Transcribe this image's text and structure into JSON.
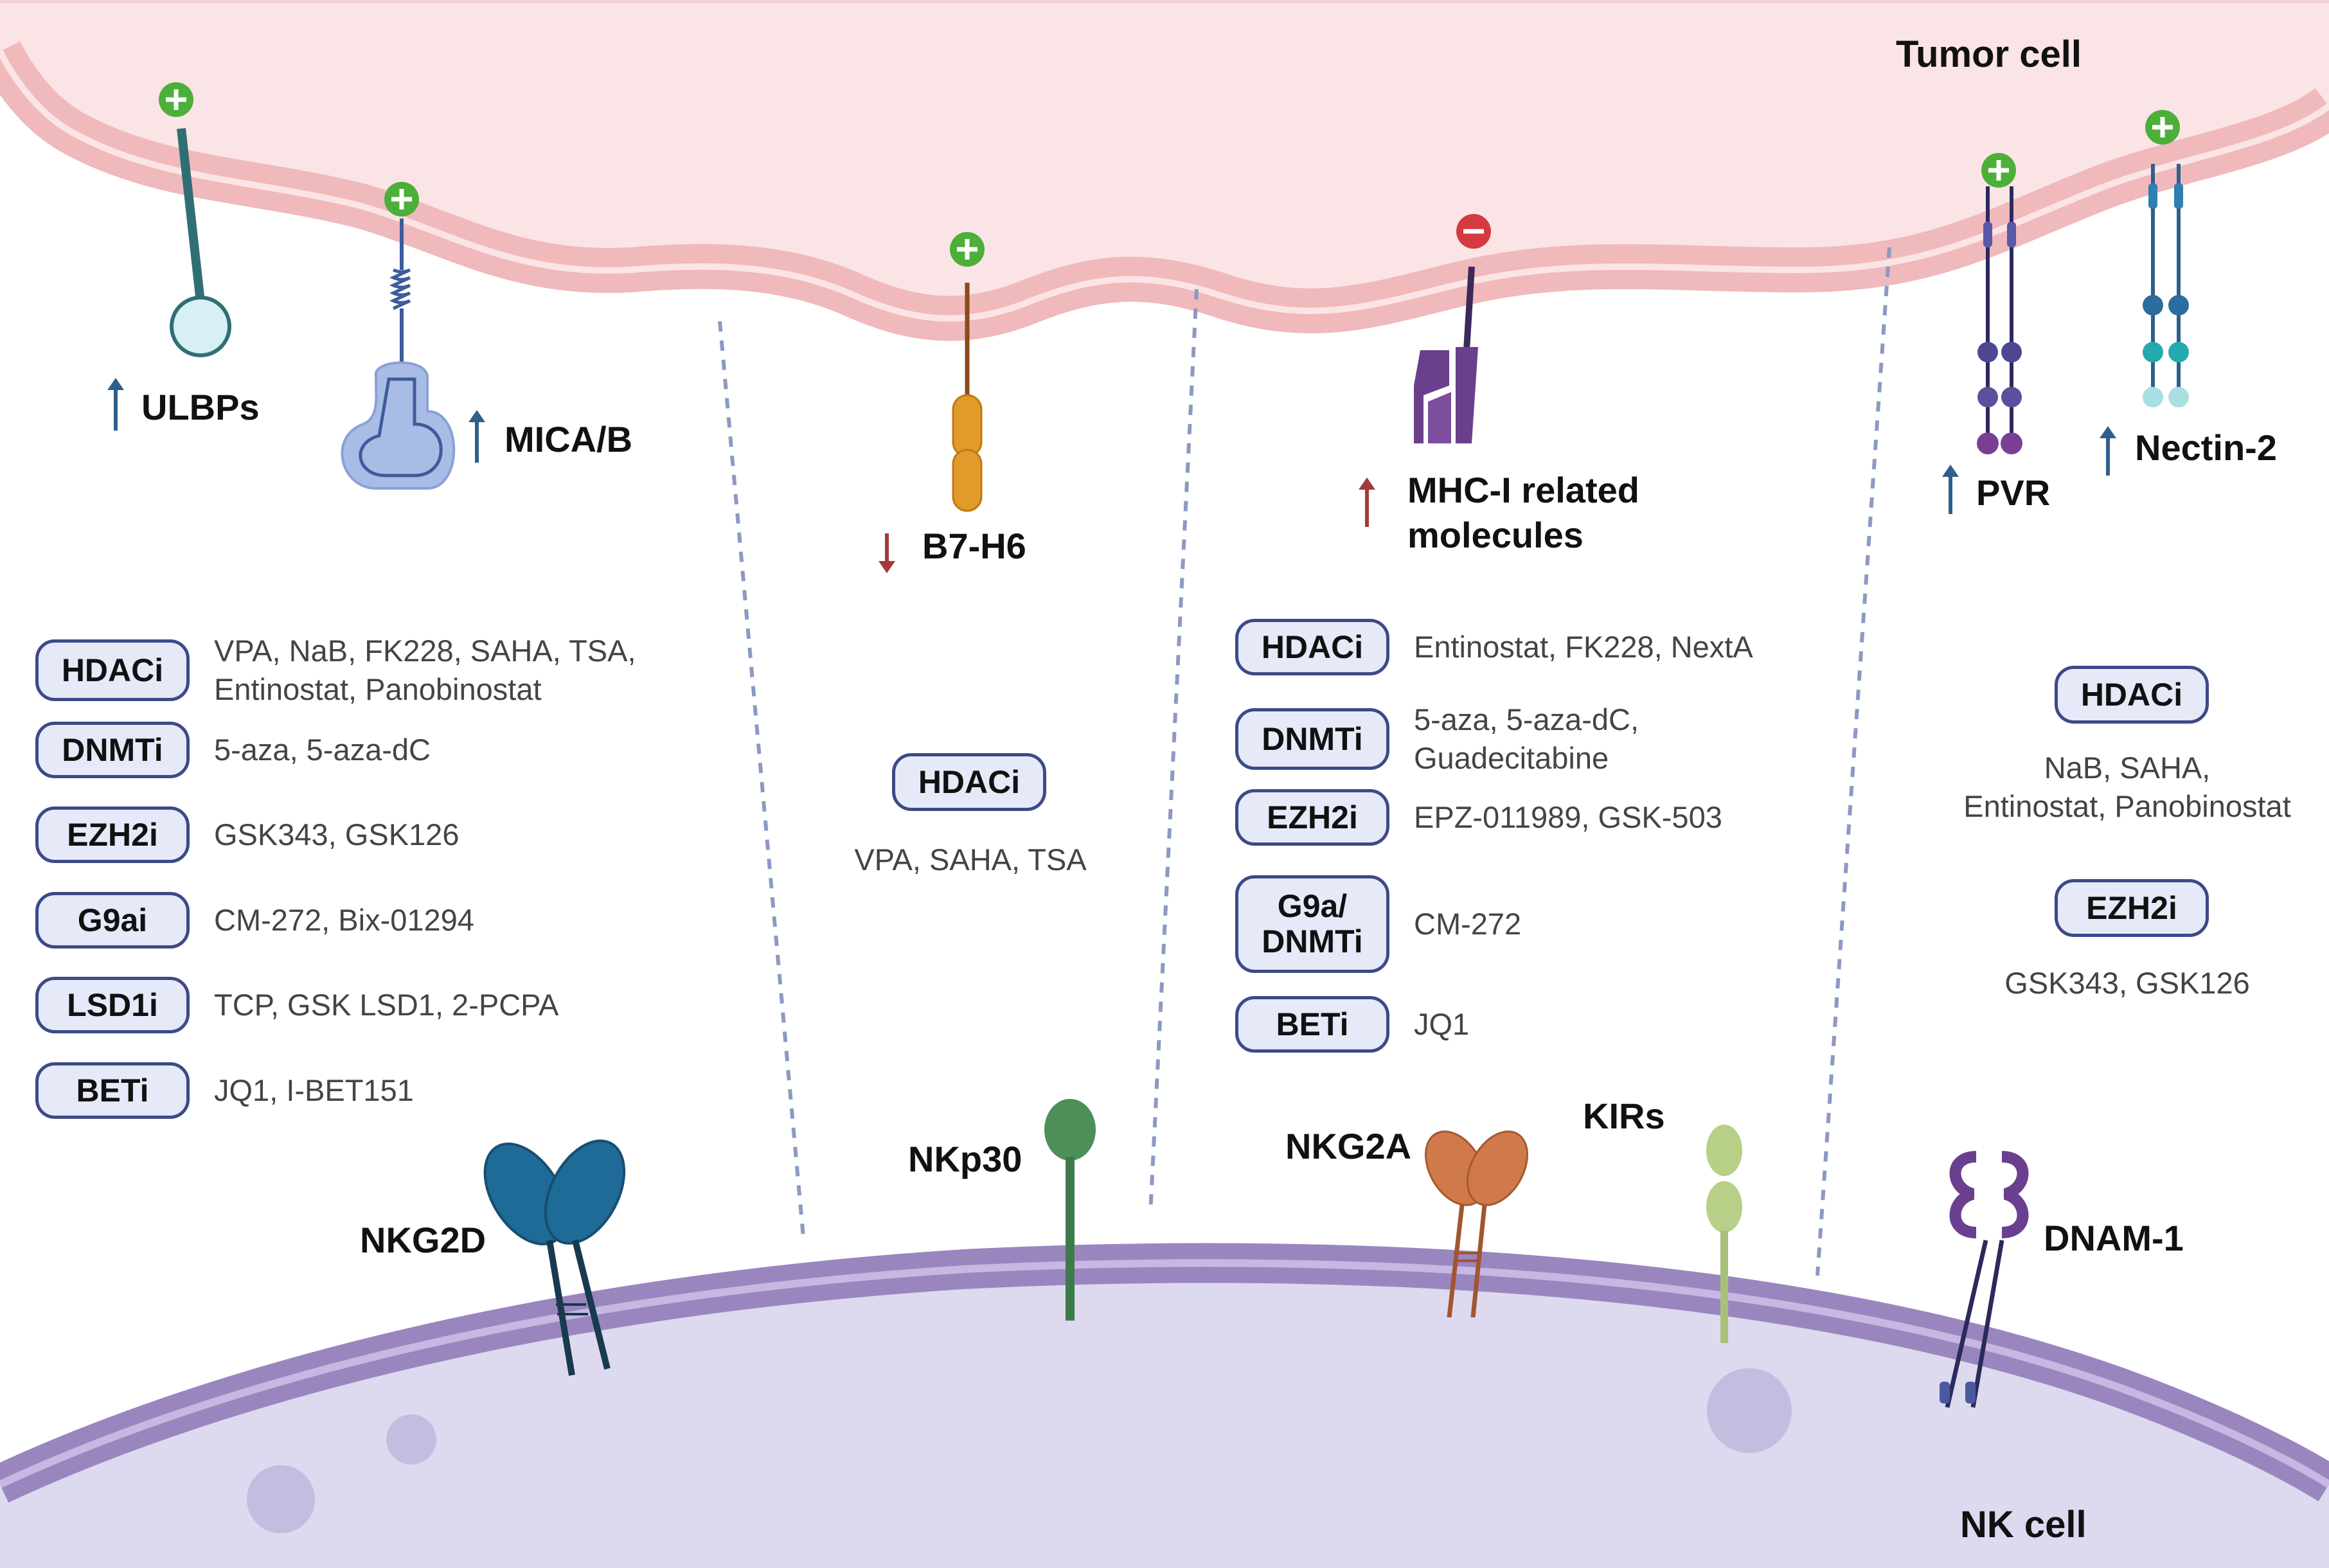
{
  "cells": {
    "tumor": "Tumor cell",
    "nk": "NK cell"
  },
  "ligands": [
    {
      "name": "ULBPs",
      "change": "up",
      "effect": "+"
    },
    {
      "name": "MICA/B",
      "change": "up",
      "effect": "+"
    },
    {
      "name": "B7-H6",
      "change": "down",
      "effect": "+"
    },
    {
      "name": "MHC-I related molecules",
      "line1": "MHC-I related",
      "line2": "molecules",
      "change": "up",
      "effect": "−"
    },
    {
      "name": "PVR",
      "change": "up",
      "effect": "+"
    },
    {
      "name": "Nectin-2",
      "change": "up",
      "effect": "+"
    }
  ],
  "receptors": {
    "nkg2d": "NKG2D",
    "nkp30": "NKp30",
    "nkg2a": "NKG2A",
    "kirs": "KIRs",
    "dnam1": "DNAM-1"
  },
  "panels": {
    "left": [
      {
        "inhibitor": "HDACi",
        "drugs": "VPA, NaB, FK228, SAHA, TSA,\nEntinostat, Panobinostat"
      },
      {
        "inhibitor": "DNMTi",
        "drugs": "5-aza, 5-aza-dC"
      },
      {
        "inhibitor": "EZH2i",
        "drugs": "GSK343, GSK126"
      },
      {
        "inhibitor": "G9ai",
        "drugs": "CM-272, Bix-01294"
      },
      {
        "inhibitor": "LSD1i",
        "drugs": "TCP, GSK LSD1, 2-PCPA"
      },
      {
        "inhibitor": "BETi",
        "drugs": "JQ1, I-BET151"
      }
    ],
    "center": [
      {
        "inhibitor": "HDACi",
        "drugs": "VPA, SAHA, TSA"
      }
    ],
    "mid_right": [
      {
        "inhibitor": "HDACi",
        "drugs": "Entinostat, FK228, NextA"
      },
      {
        "inhibitor": "DNMTi",
        "drugs": "5-aza, 5-aza-dC,\nGuadecitabine"
      },
      {
        "inhibitor": "EZH2i",
        "drugs": "EPZ-011989, GSK-503"
      },
      {
        "inhibitor": "G9a/\nDNMTi",
        "drugs": "CM-272"
      },
      {
        "inhibitor": "BETi",
        "drugs": "JQ1"
      }
    ],
    "right": [
      {
        "inhibitor": "HDACi",
        "drugs": "NaB, SAHA,\nEntinostat, Panobinostat"
      },
      {
        "inhibitor": "EZH2i",
        "drugs": "GSK343, GSK126"
      }
    ]
  },
  "colors": {
    "tumor_membrane": "#f2c4c6",
    "tumor_inner": "#fbe4e5",
    "nk_membrane": "#9a86bf",
    "nk_inner": "#ddd9ee",
    "pill_border": "#3d4a86",
    "pill_fill": "#e6e9f8",
    "plus": "#4caf3a",
    "minus": "#d43a3f",
    "arrow_up": "#2f5f8a",
    "arrow_down": "#a3393b"
  }
}
